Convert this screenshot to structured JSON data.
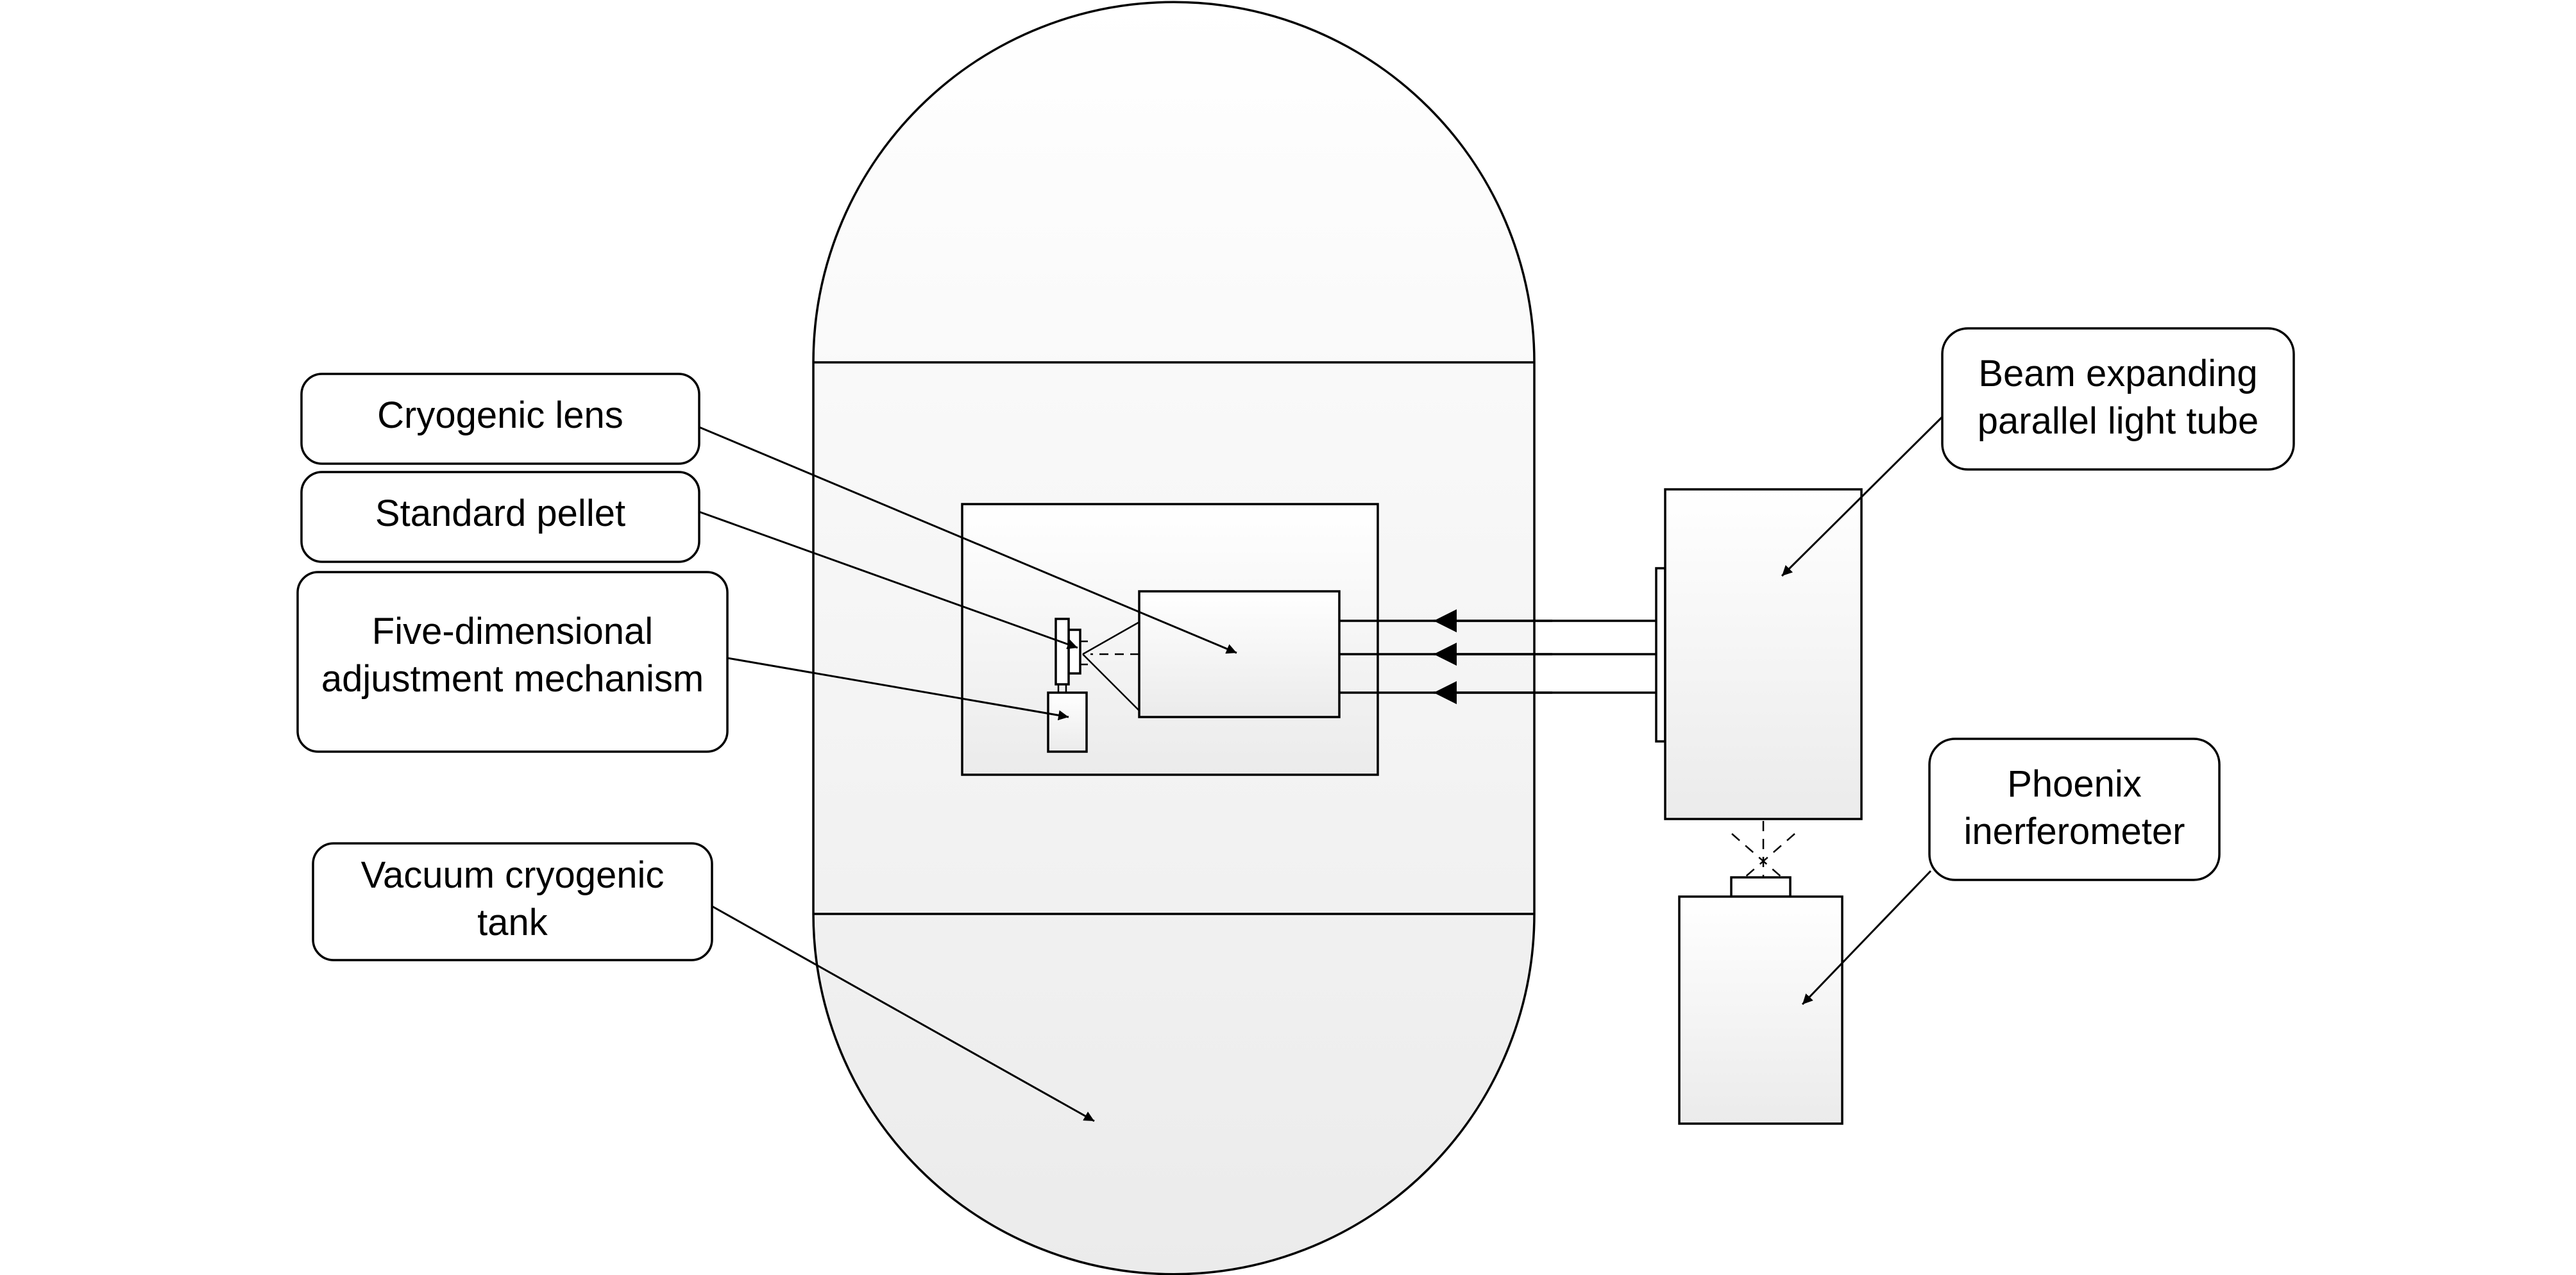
{
  "labels": {
    "cryogenic_lens": "Cryogenic lens",
    "standard_pellet": "Standard pellet",
    "five_dim_line1": "Five-dimensional",
    "five_dim_line2": "adjustment mechanism",
    "vacuum_tank_line1": "Vacuum cryogenic",
    "vacuum_tank_line2": "tank",
    "beam_tube_line1": "Beam expanding",
    "beam_tube_line2": "parallel light tube",
    "interferometer_line1": "Phoenix",
    "interferometer_line2": "inerferometer"
  },
  "colors": {
    "stroke": "#000000",
    "fill_gradient_top": "#ffffff",
    "fill_gradient_bottom": "#ebebeb",
    "background": "#ffffff"
  }
}
